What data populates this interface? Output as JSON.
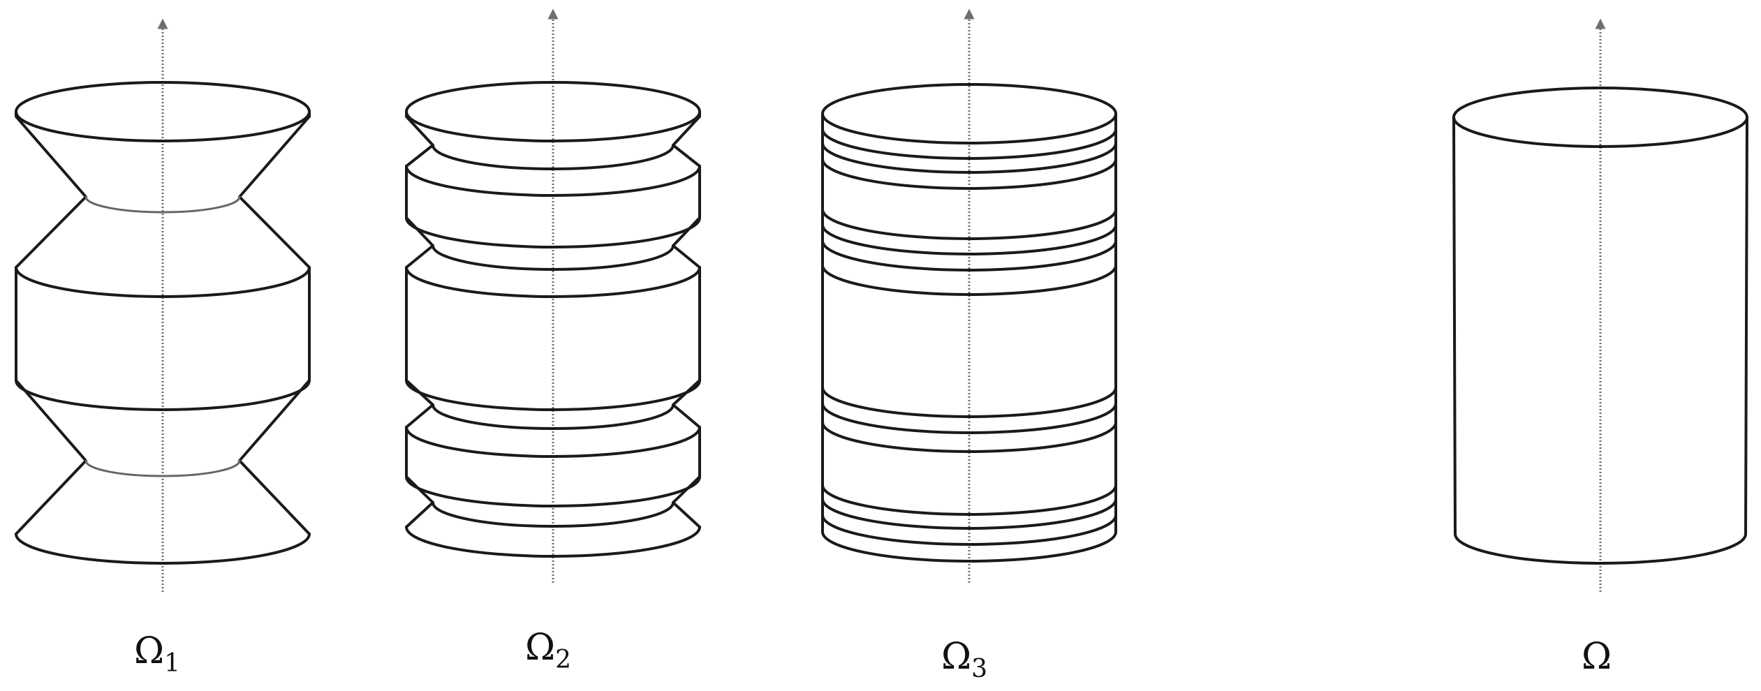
{
  "figure": {
    "solids": [
      {
        "id": "omega-1",
        "label_main": "Ω",
        "label_sub": "1"
      },
      {
        "id": "omega-2",
        "label_main": "Ω",
        "label_sub": "2"
      },
      {
        "id": "omega-3",
        "label_main": "Ω",
        "label_sub": "3"
      },
      {
        "id": "omega",
        "label_main": "Ω",
        "label_sub": ""
      }
    ]
  }
}
